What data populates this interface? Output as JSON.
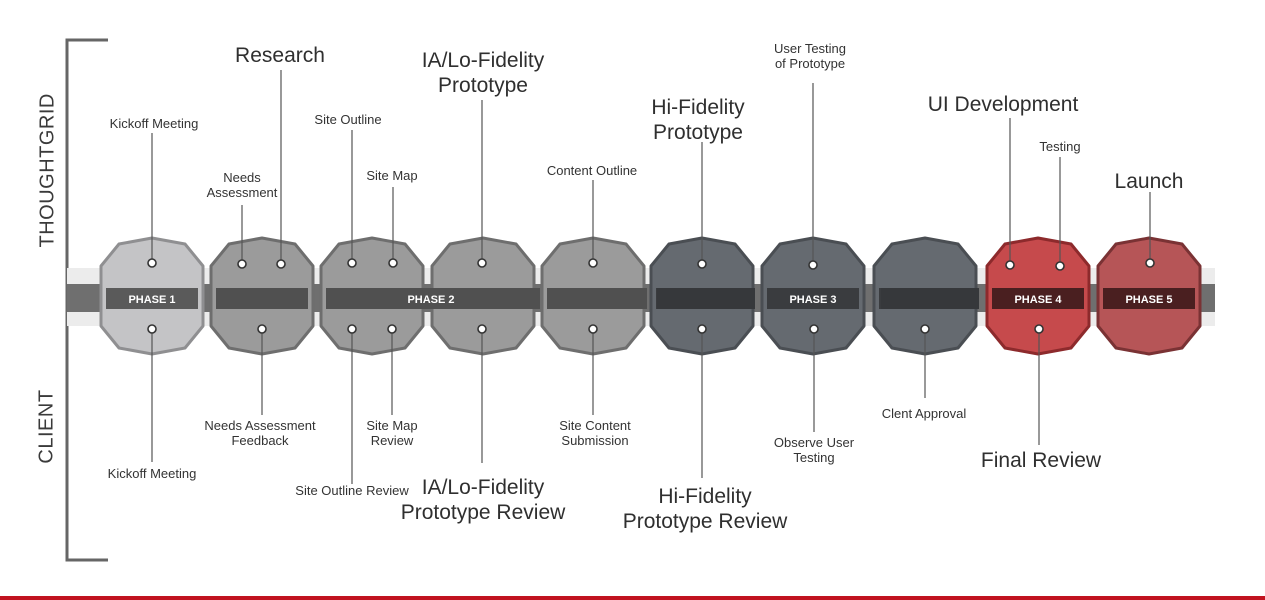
{
  "side_labels": {
    "top": "THOUGHTGRID",
    "bottom": "CLIENT"
  },
  "colors": {
    "light": "#c4c4c6",
    "mid": "#9b9b9b",
    "dark": "#656a70",
    "red": "#c64a4c",
    "darkred": "#b65557",
    "bar": "#6f6f6f",
    "bar_dark": "#3e3e3e",
    "bar_red": "#4a1f20",
    "accent_rule": "#c1121f"
  },
  "phases": [
    {
      "label": "PHASE 1",
      "tone": "light"
    },
    {
      "label": "",
      "tone": "mid"
    },
    {
      "label": "PHASE 2",
      "tone": "mid"
    },
    {
      "label": "",
      "tone": "mid"
    },
    {
      "label": "",
      "tone": "mid"
    },
    {
      "label": "",
      "tone": "dark"
    },
    {
      "label": "PHASE 3",
      "tone": "dark"
    },
    {
      "label": "",
      "tone": "dark"
    },
    {
      "label": "PHASE 4",
      "tone": "red"
    },
    {
      "label": "PHASE 5",
      "tone": "darkred"
    }
  ],
  "top_labels": [
    {
      "text": "Kickoff Meeting",
      "size": "sm"
    },
    {
      "text": "Needs\nAssessment",
      "size": "sm"
    },
    {
      "text": "Research",
      "size": "lg"
    },
    {
      "text": "Site Outline",
      "size": "sm"
    },
    {
      "text": "Site Map",
      "size": "sm"
    },
    {
      "text": "IA/Lo-Fidelity\nPrototype",
      "size": "lg"
    },
    {
      "text": "Content Outline",
      "size": "sm"
    },
    {
      "text": "Hi-Fidelity\nPrototype",
      "size": "lg"
    },
    {
      "text": "User Testing\nof Prototype",
      "size": "sm"
    },
    {
      "text": "UI Development",
      "size": "lg"
    },
    {
      "text": "Testing",
      "size": "sm"
    },
    {
      "text": "Launch",
      "size": "lg"
    }
  ],
  "bottom_labels": [
    {
      "text": "Kickoff Meeting",
      "size": "sm"
    },
    {
      "text": "Needs Assessment\nFeedback",
      "size": "sm"
    },
    {
      "text": "Site Outline Review",
      "size": "sm"
    },
    {
      "text": "Site Map\nReview",
      "size": "sm"
    },
    {
      "text": "IA/Lo-Fidelity\nPrototype Review",
      "size": "lg"
    },
    {
      "text": "Site Content\nSubmission",
      "size": "sm"
    },
    {
      "text": "Hi-Fidelity\nPrototype Review",
      "size": "lg"
    },
    {
      "text": "Observe User\nTesting",
      "size": "sm"
    },
    {
      "text": "Clent Approval",
      "size": "sm"
    },
    {
      "text": "Final Review",
      "size": "lg"
    }
  ]
}
